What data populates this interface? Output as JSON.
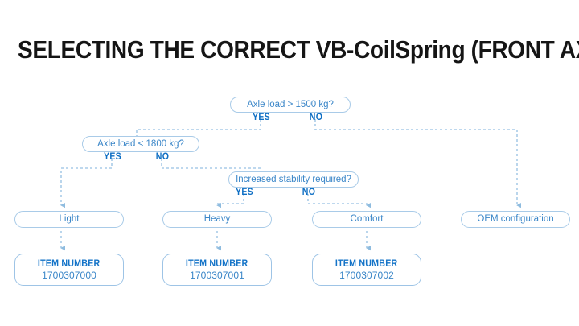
{
  "title": "SELECTING THE CORRECT VB-CoilSpring (FRONT AXLE)",
  "colors": {
    "title": "#151515",
    "box_border": "#a9cbe8",
    "box_text": "#3a86c8",
    "item_border": "#9ec4e6",
    "item_title": "#1574c8",
    "branch_label": "#0f6fc4",
    "connector": "#a9cbe8",
    "background": "#ffffff"
  },
  "decisions": [
    {
      "id": "d1",
      "text": "Axle load > 1500 kg?",
      "yes_label": "YES",
      "no_label": "NO"
    },
    {
      "id": "d2",
      "text": "Axle load < 1800 kg?",
      "yes_label": "YES",
      "no_label": "NO"
    },
    {
      "id": "d3",
      "text": "Increased stability required?",
      "yes_label": "YES",
      "no_label": "NO"
    }
  ],
  "results": [
    {
      "id": "r1",
      "text": "Light"
    },
    {
      "id": "r2",
      "text": "Heavy"
    },
    {
      "id": "r3",
      "text": "Comfort"
    },
    {
      "id": "r4",
      "text": "OEM configuration"
    }
  ],
  "items": [
    {
      "id": "i1",
      "title": "ITEM NUMBER",
      "value": "1700307000"
    },
    {
      "id": "i2",
      "title": "ITEM NUMBER",
      "value": "1700307001"
    },
    {
      "id": "i3",
      "title": "ITEM NUMBER",
      "value": "1700307002"
    }
  ],
  "flow": {
    "d1_yes_to": "d2",
    "d1_no_to": "r4",
    "d2_yes_to": "r1",
    "d2_no_to": "d3",
    "d3_yes_to": "r2",
    "d3_no_to": "r3",
    "r1_to": "i1",
    "r2_to": "i2",
    "r3_to": "i3"
  }
}
